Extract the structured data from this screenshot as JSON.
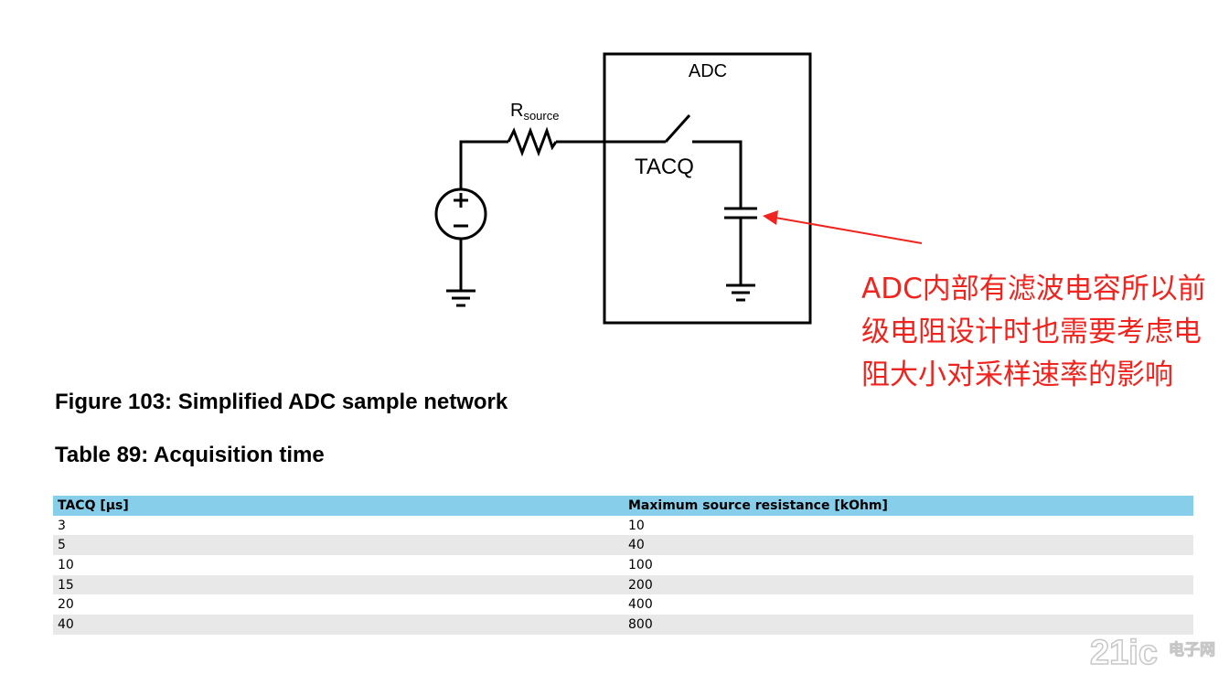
{
  "figure": {
    "adc_label": "ADC",
    "resistor_label_main": "R",
    "resistor_label_sub": "source",
    "switch_label": "TACQ",
    "caption": "Figure 103: Simplified ADC sample network"
  },
  "annotation": {
    "color": "#f0241e",
    "lines": [
      "ADC内部有滤波电容所以前",
      "级电阻设计时也需要考虑电",
      "阻大小对采样速率的影响"
    ]
  },
  "table": {
    "caption": "Table 89: Acquisition time",
    "header_color": "#87ceeb",
    "columns": [
      "TACQ [µs]",
      "Maximum source resistance [kOhm]"
    ],
    "rows": [
      [
        "3",
        "10"
      ],
      [
        "5",
        "40"
      ],
      [
        "10",
        "100"
      ],
      [
        "15",
        "200"
      ],
      [
        "20",
        "400"
      ],
      [
        "40",
        "800"
      ]
    ]
  },
  "watermark": {
    "text_main": "21ic",
    "text_sub": "电子网"
  }
}
